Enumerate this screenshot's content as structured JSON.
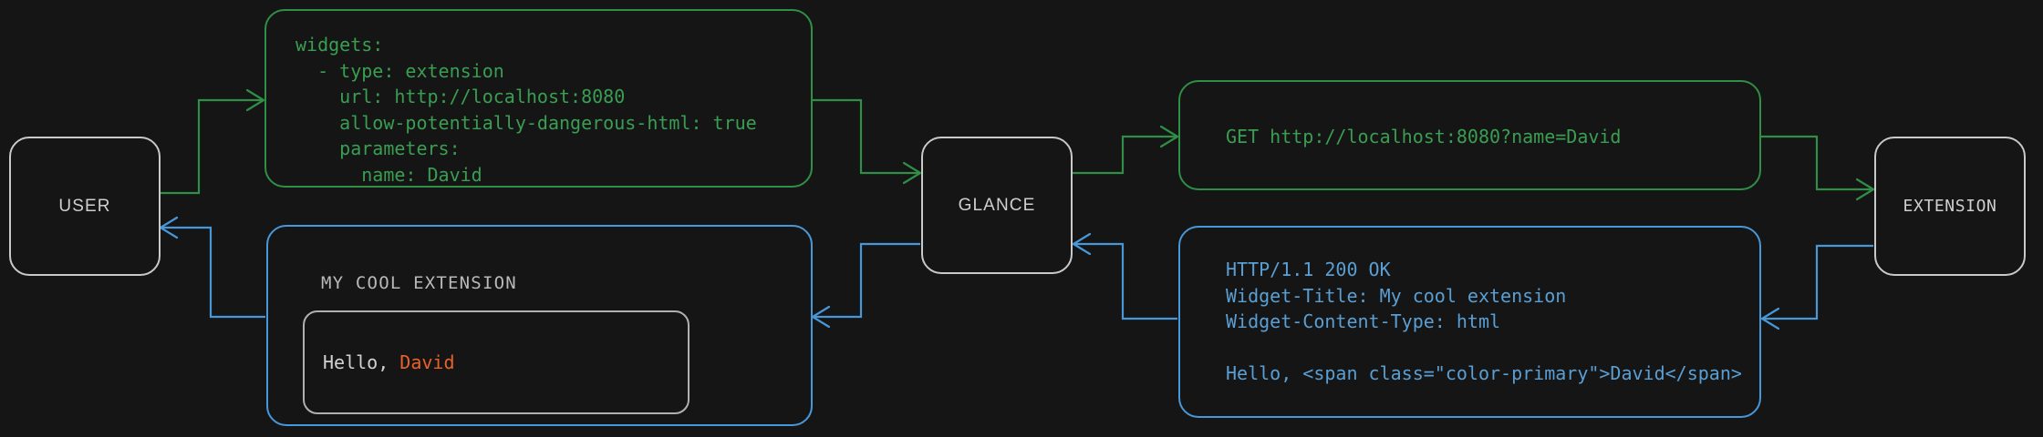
{
  "diagram": {
    "title": "glance extension request/response flow",
    "colors": {
      "background": "#151515",
      "request": "#2f8f46",
      "response": "#4897d8",
      "node_border": "#c9c9c9",
      "accent": "#e8622a"
    }
  },
  "nodes": {
    "user": "USER",
    "glance": "GLANCE",
    "extension": "EXTENSION"
  },
  "panels": {
    "config": {
      "role": "request",
      "text": "widgets:\n  - type: extension\n    url: http://localhost:8080\n    allow-potentially-dangerous-html: true\n    parameters:\n      name: David"
    },
    "http_request": {
      "role": "request",
      "text": "GET http://localhost:8080?name=David"
    },
    "http_response": {
      "role": "response",
      "text": "HTTP/1.1 200 OK\nWidget-Title: My cool extension\nWidget-Content-Type: html\n\nHello, <span class=\"color-primary\">David</span>"
    },
    "widget": {
      "role": "response",
      "title": "MY COOL EXTENSION",
      "body_prefix": "Hello, ",
      "body_accent": "David"
    }
  }
}
